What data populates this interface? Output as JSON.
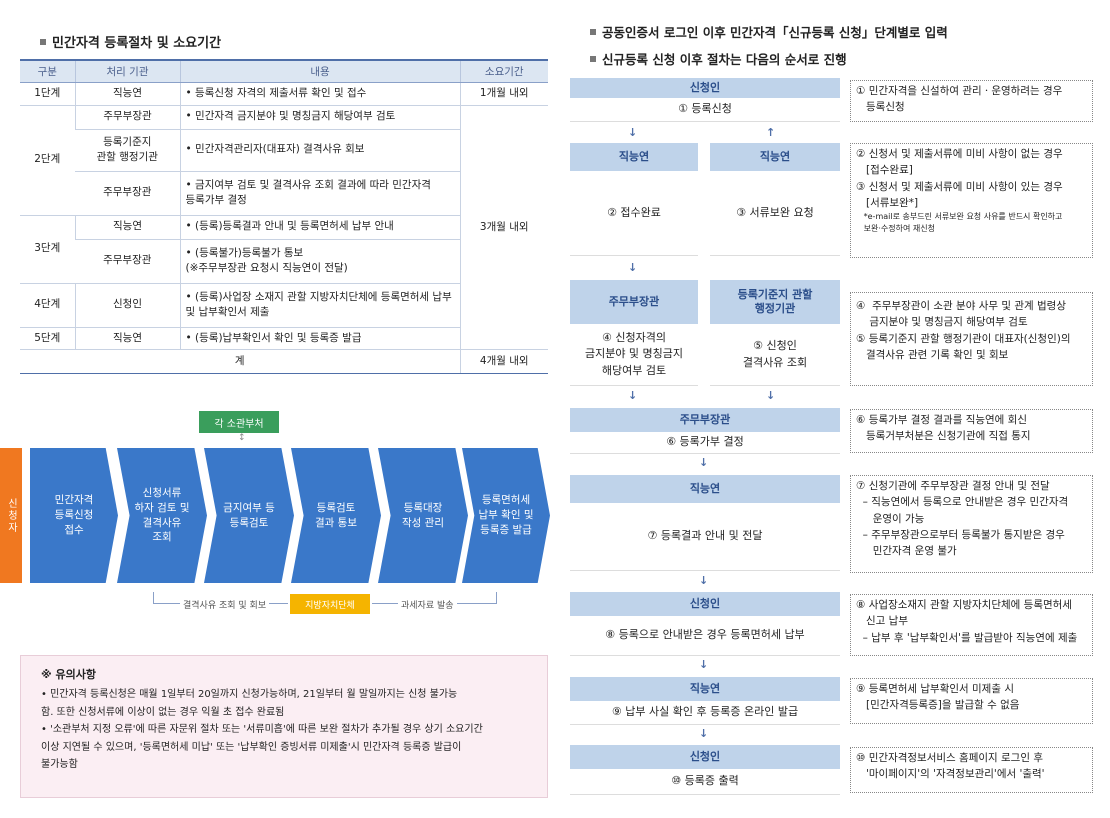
{
  "left": {
    "heading": "민간자격 등록절차 및 소요기간",
    "table": {
      "headers": [
        "구분",
        "처리 기관",
        "내용",
        "소요기간"
      ],
      "rows": [
        {
          "step": "1단계",
          "org": "직능연",
          "content": "• 등록신청 자격의 제출서류 확인 및 접수",
          "period": "1개월 내외"
        },
        {
          "step": "2단계",
          "org": "주무부장관",
          "content": "• 민간자격 금지분야 및 명칭금지 해당여부 검토"
        },
        {
          "org": "등록기준지\n관할 행정기관",
          "content": "• 민간자격관리자(대표자) 결격사유 회보"
        },
        {
          "org": "주무부장관",
          "content": "• 금지여부 검토 및 결격사유 조회 결과에 따라 민간자격\n  등록가부 결정"
        },
        {
          "step": "3단계",
          "org": "직능연",
          "content": "• (등록)등록결과 안내 및 등록면허세 납부 안내",
          "period": "3개월 내외"
        },
        {
          "org": "주무부장관",
          "content": "• (등록불가)등록불가 통보\n  (※주무부장관 요청시 직능연이 전달)"
        },
        {
          "step": "4단계",
          "org": "신청인",
          "content": "• (등록)사업장 소재지 관할 지방자치단체에 등록면허세 납부\n  및 납부확인서 제출"
        },
        {
          "step": "5단계",
          "org": "직능연",
          "content": "• (등록)납부확인서 확인 및 등록증 발급"
        }
      ],
      "total_label": "계",
      "total_period": "4개월 내외"
    },
    "flow": {
      "top_box": "각 소관부처",
      "applicant": "신청자",
      "steps": [
        "민간자격\n등록신청\n접수",
        "신청서류\n하자 검토 및\n결격사유\n조회",
        "금지여부 등\n등록검토",
        "등록검토\n결과 통보",
        "등록대장\n작성 관리",
        "등록면허세\n납부 확인 및\n등록증 발급"
      ],
      "bottom_left": "결격사유 조회 및 회보",
      "bottom_box": "지방자치단체",
      "bottom_right": "과세자료 발송"
    },
    "notice": {
      "title": "※ 유의사항",
      "items": [
        "• 민간자격 등록신청은 매월 1일부터 20일까지 신청가능하며, 21일부터 월 말일까지는 신청 불가능\n  함. 또한 신청서류에 이상이 없는 경우 익월 초 접수 완료됨",
        "• '소관부처 지정 오류'에 따른 자문위 절차 또는 '서류미흡'에 따른 보완 절차가 추가될 경우 상기 소요기간\n  이상 지연될 수 있으며, '등록면허세 미납' 또는 '납부확인 증빙서류 미제출'시 민간자격 등록증 발급이\n  불가능함"
      ]
    }
  },
  "right": {
    "heading1": "공동인증서 로그인 이후 민간자격「신규등록 신청」단계별로 입력",
    "heading2": "신규등록 신청 이후 절차는 다음의 순서로 진행",
    "s1": {
      "head": "신청인",
      "body": "① 등록신청"
    },
    "s2a": {
      "head": "직능연",
      "body": "② 접수완료"
    },
    "s2b": {
      "head": "직능연",
      "body": "③ 서류보완 요청"
    },
    "s3a": {
      "head": "주무부장관",
      "body": "④ 신청자격의\n금지분야 및 명칭금지\n해당여부 검토"
    },
    "s3b": {
      "head": "등록기준지 관할\n행정기관",
      "body": "⑤ 신청인\n결격사유 조회"
    },
    "s4": {
      "head": "주무부장관",
      "body": "⑥ 등록가부 결정"
    },
    "s5": {
      "head": "직능연",
      "body": "⑦ 등록결과 안내 및 전달"
    },
    "s6": {
      "head": "신청인",
      "body": "⑧ 등록으로 안내받은 경우 등록면허세 납부"
    },
    "s7": {
      "head": "직능연",
      "body": "⑨ 납부 사실 확인 후 등록증 온라인 발급"
    },
    "s8": {
      "head": "신청인",
      "body": "⑩ 등록증 출력"
    },
    "notes": [
      [
        "① 민간자격을 신설하여 관리ㆍ운영하려는 경우",
        "   등록신청"
      ],
      [
        "② 신청서 및 제출서류에 미비 사항이 없는 경우",
        "   [접수완료]",
        "③ 신청서 및 제출서류에 미비 사항이 있는 경우",
        "   [서류보완*]",
        "   *e-mail로 송부드린 서류보완 요청 사유를 반드시 확인하고",
        "   보완·수정하여 재신청"
      ],
      [
        "④  주무부장관이 소관 분야 사무 및 관계 법령상",
        "    금지분야 및 명칭금지 해당여부 검토",
        "⑤ 등록기준지 관할 행정기관이 대표자(신청인)의",
        "   결격사유 관련 기록 확인 및 회보"
      ],
      [
        "⑥ 등록가부 결정 결과를 직능연에 회신",
        "   등록거부처분은 신청기관에 직접 통지"
      ],
      [
        "⑦ 신청기관에 주무부장관 결정 안내 및 전달",
        "  – 직능연에서 등록으로 안내받은 경우 민간자격",
        "     운영이 가능",
        "  – 주무부장관으로부터 등록불가 통지받은 경우",
        "     민간자격 운영 불가"
      ],
      [
        "⑧ 사업장소재지 관할 지방자치단체에 등록면허세",
        "   신고 납부",
        "  – 납부 후 '납부확인서'를 발급받아 직능연에 제출"
      ],
      [
        "⑨ 등록면허세 납부확인서 미제출 시",
        "   [민간자격등록증]을 발급할 수 없음"
      ],
      [
        "⑩ 민간자격정보서비스 홈페이지 로그인 후",
        "   '마이페이지'의 '자격정보관리'에서 '출력'"
      ]
    ]
  },
  "colors": {
    "accent": "#3a78c9",
    "header_bg": "#bfd3ea",
    "applicant": "#f07820",
    "green": "#3a9e5c",
    "yellow": "#f5b400",
    "notice_bg": "#fbeef3"
  }
}
